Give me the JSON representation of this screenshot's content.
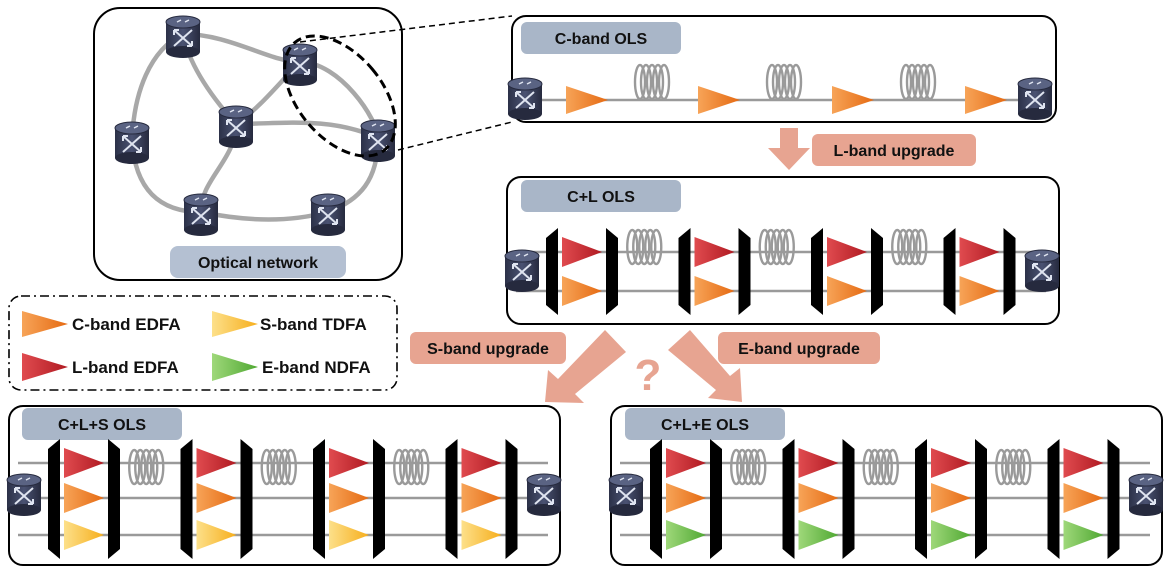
{
  "network": {
    "label": "Optical network"
  },
  "stages": {
    "c": {
      "title": "C-band OLS"
    },
    "cl": {
      "title": "C+L OLS"
    },
    "cls": {
      "title": "C+L+S OLS"
    },
    "cle": {
      "title": "C+L+E OLS"
    }
  },
  "upgrades": {
    "l": "L-band upgrade",
    "s": "S-band upgrade",
    "e": "E-band upgrade",
    "uncertain": "?"
  },
  "legend": {
    "c_edfa": "C-band EDFA",
    "s_tdfa": "S-band TDFA",
    "l_edfa": "L-band EDFA",
    "e_ndfa": "E-band NDFA"
  },
  "colors": {
    "c_band": "#ee7d22",
    "l_band": "#c8242c",
    "s_band": "#fbc33a",
    "e_band": "#6cbd45",
    "title_tag": "#a9b6c8",
    "network_tag": "#b4c0d2",
    "upgrade_tag": "#e7a491",
    "arrow": "#e7a491",
    "node": "#333a55"
  },
  "icons": {
    "node": "roadm-node-icon",
    "amplifier": "triangle-amplifier-icon",
    "fiber": "fiber-spool-icon",
    "mux": "band-mux-icon"
  }
}
